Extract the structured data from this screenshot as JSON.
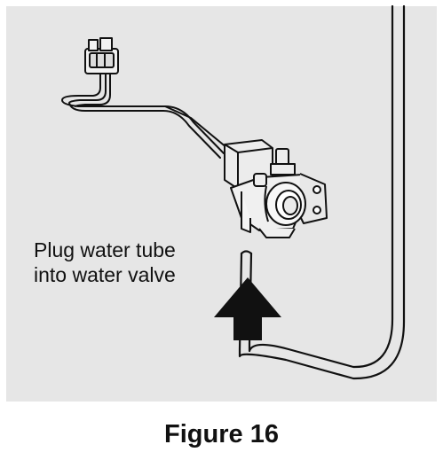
{
  "figure": {
    "callout_line1": "Plug water tube",
    "callout_line2": "into water valve",
    "caption": "Figure 16"
  },
  "colors": {
    "panel": "#e6e6e6",
    "line": "#111111",
    "background": "#ffffff"
  },
  "icons": [
    "water-valve-icon",
    "wire-harness-icon",
    "connector-plug-icon",
    "water-tube-icon",
    "up-arrow-icon"
  ]
}
